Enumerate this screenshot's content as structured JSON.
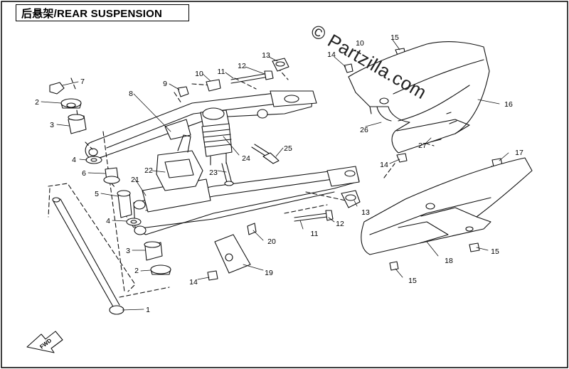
{
  "title": "后悬架/REAR SUSPENSION",
  "watermark": "© Partzilla.com",
  "direction_tag": "FWD",
  "callouts": [
    {
      "id": "c1",
      "label": "1"
    },
    {
      "id": "c2a",
      "label": "2"
    },
    {
      "id": "c2b",
      "label": "2"
    },
    {
      "id": "c3a",
      "label": "3"
    },
    {
      "id": "c3b",
      "label": "3"
    },
    {
      "id": "c4a",
      "label": "4"
    },
    {
      "id": "c4b",
      "label": "4"
    },
    {
      "id": "c5",
      "label": "5"
    },
    {
      "id": "c6",
      "label": "6"
    },
    {
      "id": "c7",
      "label": "7"
    },
    {
      "id": "c8",
      "label": "8"
    },
    {
      "id": "c9",
      "label": "9"
    },
    {
      "id": "c10a",
      "label": "10"
    },
    {
      "id": "c10b",
      "label": "10"
    },
    {
      "id": "c11a",
      "label": "11"
    },
    {
      "id": "c11b",
      "label": "11"
    },
    {
      "id": "c12a",
      "label": "12"
    },
    {
      "id": "c12b",
      "label": "12"
    },
    {
      "id": "c13a",
      "label": "13"
    },
    {
      "id": "c13b",
      "label": "13"
    },
    {
      "id": "c14a",
      "label": "14"
    },
    {
      "id": "c14b",
      "label": "14"
    },
    {
      "id": "c14c",
      "label": "14"
    },
    {
      "id": "c15a",
      "label": "15"
    },
    {
      "id": "c15b",
      "label": "15"
    },
    {
      "id": "c15c",
      "label": "15"
    },
    {
      "id": "c16",
      "label": "16"
    },
    {
      "id": "c17",
      "label": "17"
    },
    {
      "id": "c18",
      "label": "18"
    },
    {
      "id": "c19",
      "label": "19"
    },
    {
      "id": "c20",
      "label": "20"
    },
    {
      "id": "c21",
      "label": "21"
    },
    {
      "id": "c22",
      "label": "22"
    },
    {
      "id": "c23",
      "label": "23"
    },
    {
      "id": "c24",
      "label": "24"
    },
    {
      "id": "c25",
      "label": "25"
    },
    {
      "id": "c26",
      "label": "26"
    },
    {
      "id": "c27",
      "label": "27"
    }
  ]
}
